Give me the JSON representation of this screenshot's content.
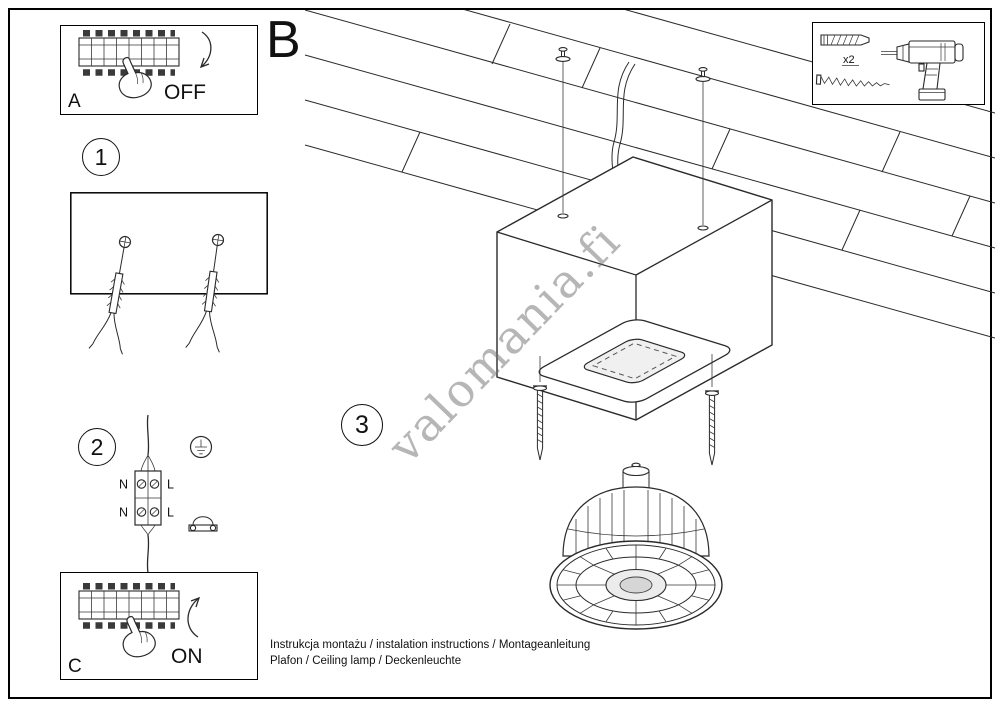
{
  "document": {
    "watermark": "valomania.fi",
    "footer_line1": "Instrukcja montażu / instalation instructions / Montageanleitung",
    "footer_line2": "Plafon / Ceiling lamp / Deckenleuchte"
  },
  "sections": {
    "panel_a": {
      "label": "A",
      "switch_state": "OFF"
    },
    "panel_b": {
      "label": "B"
    },
    "panel_c": {
      "label": "C",
      "switch_state": "ON"
    },
    "hardware": {
      "quantity": "x2"
    }
  },
  "steps": {
    "step1": "1",
    "step2": "2",
    "step3": "3"
  },
  "wiring": {
    "neutral_top": "N",
    "live_top": "L",
    "neutral_bottom": "N",
    "live_bottom": "L"
  }
}
